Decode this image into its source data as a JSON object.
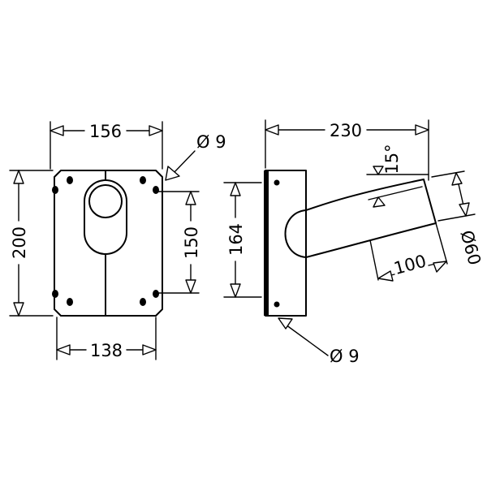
{
  "front_view": {
    "width_outer": "156",
    "width_inner": "138",
    "height_outer": "200",
    "height_inner": "150",
    "hole": "Ø 9"
  },
  "side_view": {
    "length": "230",
    "height": "164",
    "angle": "15°",
    "pipe_length": "100",
    "pipe_diameter": "Ø60",
    "hole": "Ø 9"
  }
}
